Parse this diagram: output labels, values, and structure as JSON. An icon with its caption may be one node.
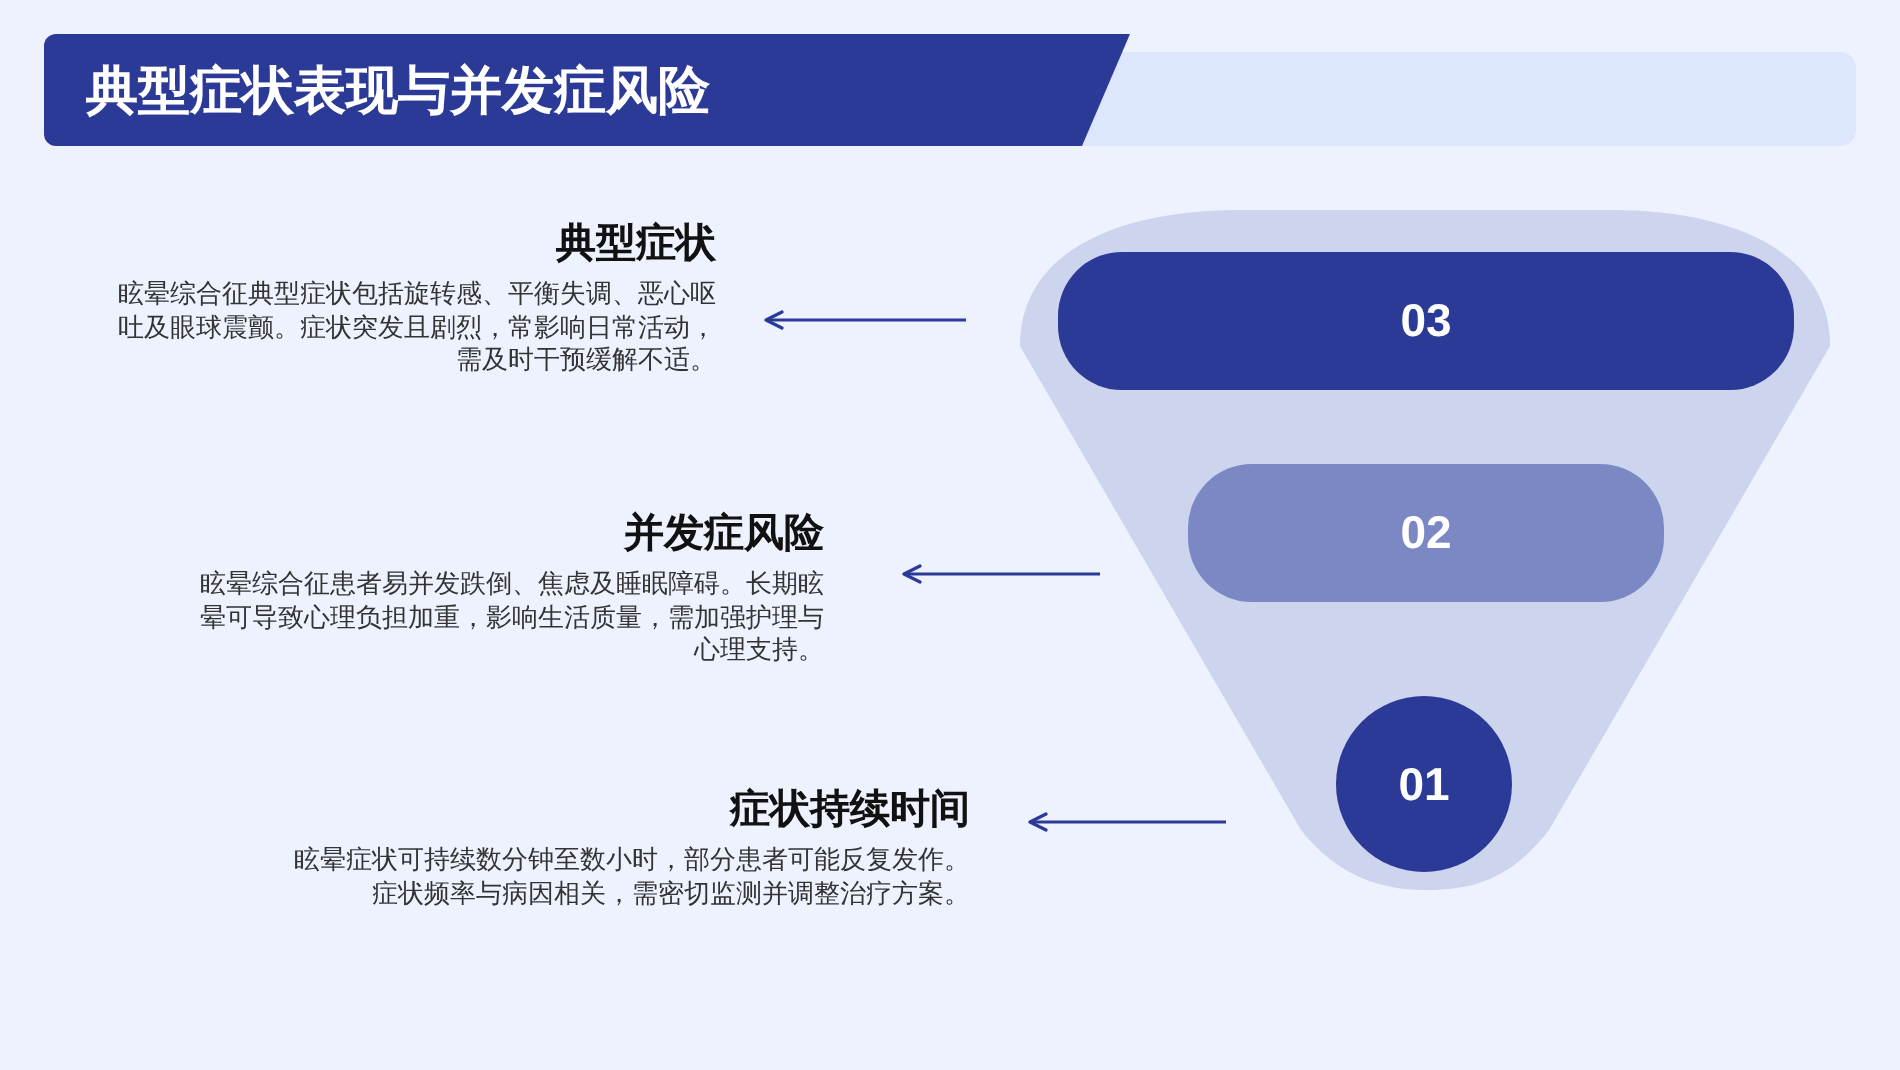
{
  "diagram": {
    "title": "典型症状表现与并发症风险",
    "nodes": [
      {
        "text": [
          "典型症状",
          "眩晕综合征典型症状包括旋转感、平衡失调、恶心呕吐及眼球震颤。症状突发且剧烈，常影响日常活动，需及时干预缓解不适。"
        ]
      },
      {
        "text": [
          "并发症风险",
          "眩晕综合征患者易并发跌倒、焦虑及睡眠障碍。长期眩晕可导致心理负担加重，影响生活质量，需加强护理与心理支持。"
        ]
      },
      {
        "text": [
          "症状持续时间",
          "眩晕症状可持续数分钟至数小时，部分患者可能反复发作。症状频率与病因相关，需密切监测并调整治疗方案。"
        ]
      },
      {
        "text": [],
        "shape": "funnel"
      },
      {
        "text": [
          "03"
        ],
        "in": 3
      },
      {
        "text": [
          "02"
        ],
        "in": 3
      },
      {
        "text": [
          "01"
        ],
        "in": 3
      }
    ],
    "edges": [
      {
        "from": null,
        "to": 0,
        "arrow": "to"
      },
      {
        "from": null,
        "to": 1,
        "arrow": "to"
      },
      {
        "from": null,
        "to": 2,
        "arrow": "to"
      }
    ]
  }
}
